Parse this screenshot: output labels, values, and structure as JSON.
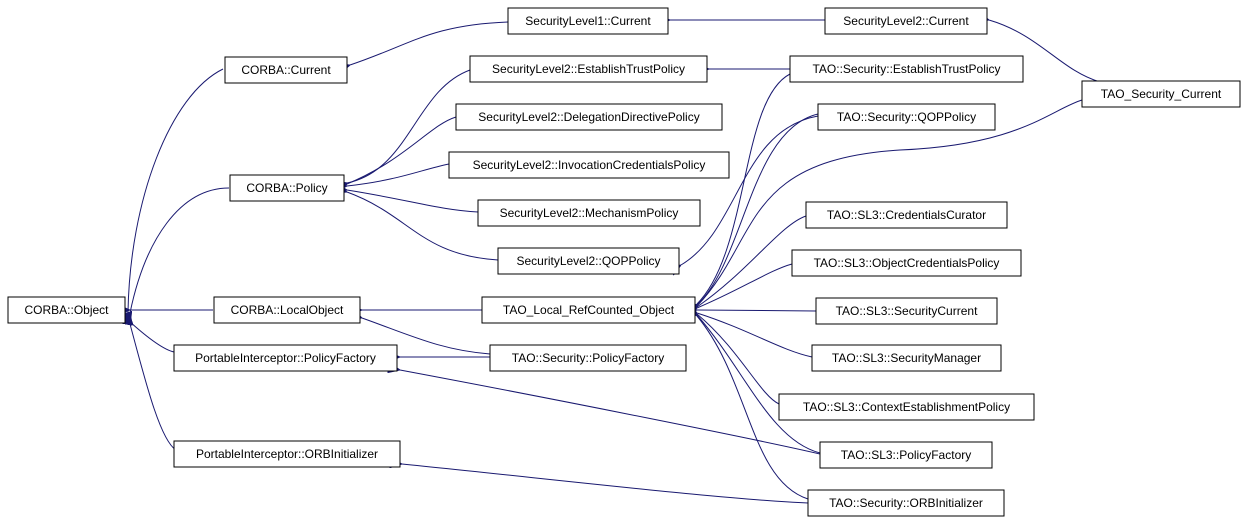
{
  "diagram": {
    "colors": {
      "edge": "#191970",
      "node_border": "#000000",
      "node_fill": "#ffffff",
      "background": "#ffffff"
    },
    "nodes": {
      "corba_object": "CORBA::Object",
      "corba_current": "CORBA::Current",
      "corba_policy": "CORBA::Policy",
      "corba_localobject": "CORBA::LocalObject",
      "pi_policyfactory": "PortableInterceptor::PolicyFactory",
      "pi_orbinitializer": "PortableInterceptor::ORBInitializer",
      "sl1_current": "SecurityLevel1::Current",
      "sl2_establishtrust": "SecurityLevel2::EstablishTrustPolicy",
      "sl2_delegation": "SecurityLevel2::DelegationDirectivePolicy",
      "sl2_invocationcred": "SecurityLevel2::InvocationCredentialsPolicy",
      "sl2_mechanism": "SecurityLevel2::MechanismPolicy",
      "sl2_qop": "SecurityLevel2::QOPPolicy",
      "tao_local_refcounted": "TAO_Local_RefCounted_Object",
      "tao_sec_policyfactory": "TAO::Security::PolicyFactory",
      "sl2_current": "SecurityLevel2::Current",
      "tao_sec_establishtrust": "TAO::Security::EstablishTrustPolicy",
      "tao_sec_qop": "TAO::Security::QOPPolicy",
      "tao_sl3_credcurator": "TAO::SL3::CredentialsCurator",
      "tao_sl3_objcred": "TAO::SL3::ObjectCredentialsPolicy",
      "tao_sl3_seccurrent": "TAO::SL3::SecurityCurrent",
      "tao_sl3_secmanager": "TAO::SL3::SecurityManager",
      "tao_sl3_contextest": "TAO::SL3::ContextEstablishmentPolicy",
      "tao_sl3_policyfactory": "TAO::SL3::PolicyFactory",
      "tao_sec_orbinit": "TAO::Security::ORBInitializer",
      "tao_security_current": "TAO_Security_Current"
    }
  }
}
